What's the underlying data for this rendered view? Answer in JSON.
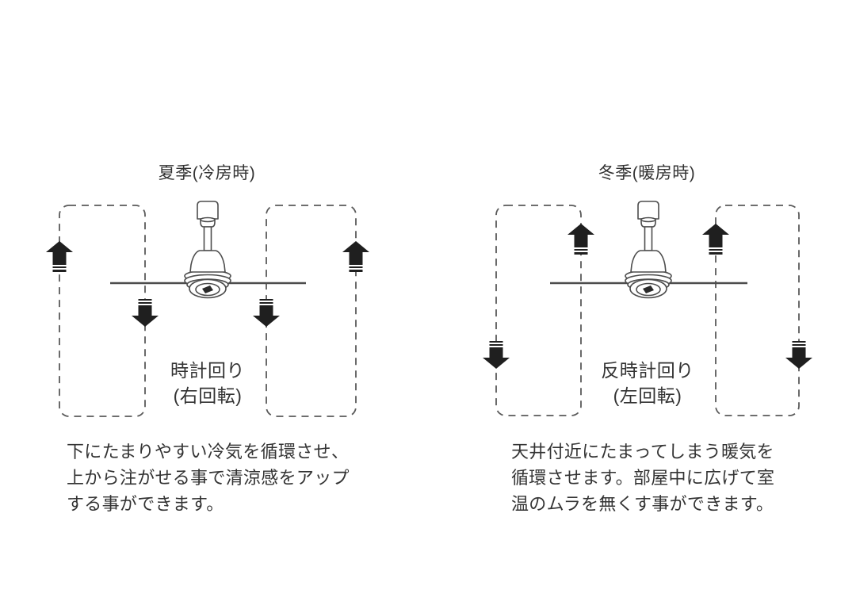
{
  "page": {
    "background": "#ffffff",
    "language": "ja"
  },
  "colors": {
    "outline": "#4d4d4d",
    "dashed_box": "#5a5a5a",
    "arrow_fill": "#1f1f1f",
    "text": "#333333"
  },
  "panels": [
    {
      "season": "summer",
      "title": "夏季(冷房時)",
      "rotation_label": {
        "line1": "時計回り",
        "line2": "(右回転)"
      },
      "description_lines": [
        "下にたまりやすい冷気を循環させ、",
        "上から注がせる事で清涼感をアップ",
        "する事ができます。"
      ],
      "airflow_arrows": {
        "outer": "up",
        "inner": "down"
      }
    },
    {
      "season": "winter",
      "title": "冬季(暖房時)",
      "rotation_label": {
        "line1": "反時計回り",
        "line2": "(左回転)"
      },
      "description_lines": [
        "天井付近にたまってしまう暖気を",
        "循環させます。部屋中に広げて室",
        "温のムラを無くす事ができます。"
      ],
      "airflow_arrows": {
        "outer": "down",
        "inner": "up"
      }
    }
  ]
}
